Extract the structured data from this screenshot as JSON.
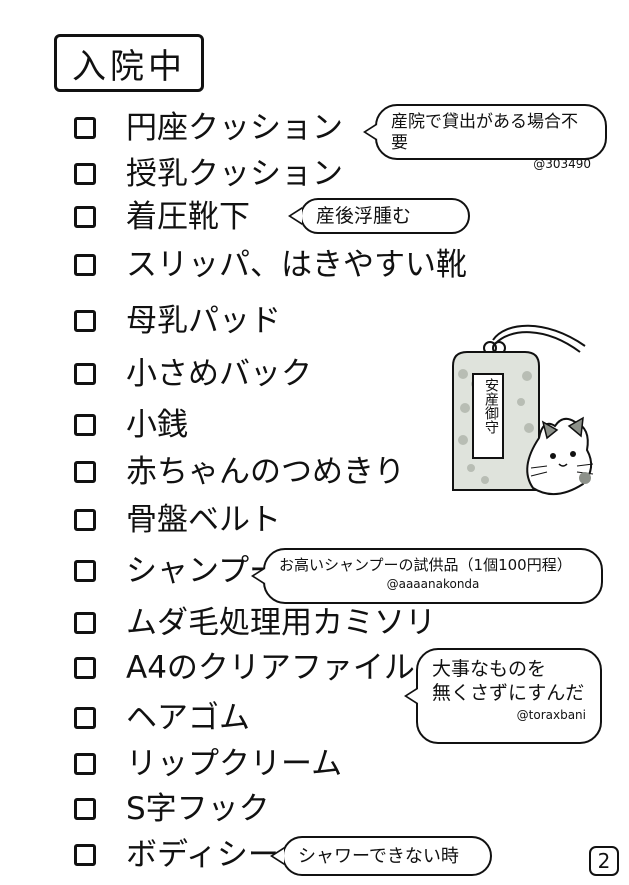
{
  "title": "入院中",
  "items": [
    {
      "label": "円座クッション"
    },
    {
      "label": "授乳クッション"
    },
    {
      "label": "着圧靴下"
    },
    {
      "label": "スリッパ、はきやすい靴"
    },
    {
      "label": "母乳パッド"
    },
    {
      "label": "小さめバック"
    },
    {
      "label": "小銭"
    },
    {
      "label": "赤ちゃんのつめきり"
    },
    {
      "label": "骨盤ベルト"
    },
    {
      "label": "シャンプー"
    },
    {
      "label": "ムダ毛処理用カミソリ"
    },
    {
      "label": "A4のクリアファイル"
    },
    {
      "label": "ヘアゴム"
    },
    {
      "label": "リップクリーム"
    },
    {
      "label": "S字フック"
    },
    {
      "label": "ボディシート"
    }
  ],
  "bubbles": {
    "enza": {
      "text": "産院で貸出がある場合不要",
      "credit": "@303490"
    },
    "socks": {
      "text": "産後浮腫む"
    },
    "shampoo": {
      "text": "お高いシャンプーの試供品（1個100円程）",
      "credit": "@aaaanakonda"
    },
    "folder": {
      "line1": "大事なものを",
      "line2": "無くさずにすんだ",
      "credit": "@toraxbani"
    },
    "sheet": {
      "text": "シャワーできない時"
    }
  },
  "omamori": {
    "text": "安産御守"
  },
  "page_number": "2"
}
